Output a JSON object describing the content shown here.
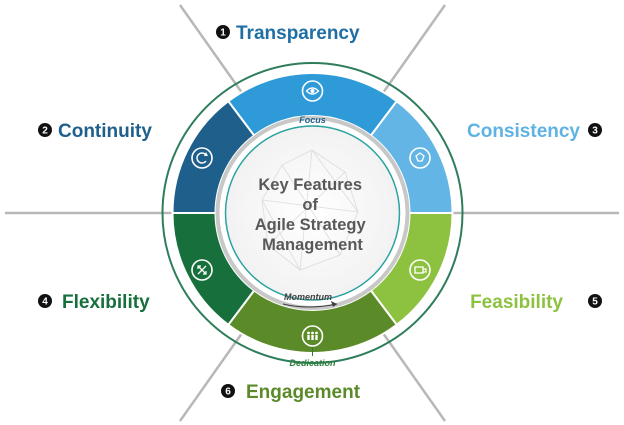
{
  "center_title": [
    "Key Features",
    "of",
    "Agile Strategy",
    "Management"
  ],
  "arc_labels": {
    "top": "Focus",
    "bottom_inner": "Momentum",
    "bottom": "Dedication"
  },
  "features": [
    {
      "number": "1",
      "label": "Transparency",
      "color": "#1f6fa6",
      "icon": "eye-icon"
    },
    {
      "number": "2",
      "label": "Continuity",
      "color": "#1f5f8b",
      "icon": "refresh-icon"
    },
    {
      "number": "3",
      "label": "Consistency",
      "color": "#5eb3e4",
      "icon": "puzzle-icon"
    },
    {
      "number": "4",
      "label": "Flexibility",
      "color": "#17703b",
      "icon": "arrows-expand-icon"
    },
    {
      "number": "5",
      "label": "Feasibility",
      "color": "#8cc23f",
      "icon": "briefcase-icon"
    },
    {
      "number": "6",
      "label": "Engagement",
      "color": "#5b8a28",
      "icon": "people-icon"
    }
  ],
  "colors": {
    "outer_ring": "#2e7d5b",
    "inner_ring": "#2ba3a0",
    "number_badge": "#111111"
  }
}
